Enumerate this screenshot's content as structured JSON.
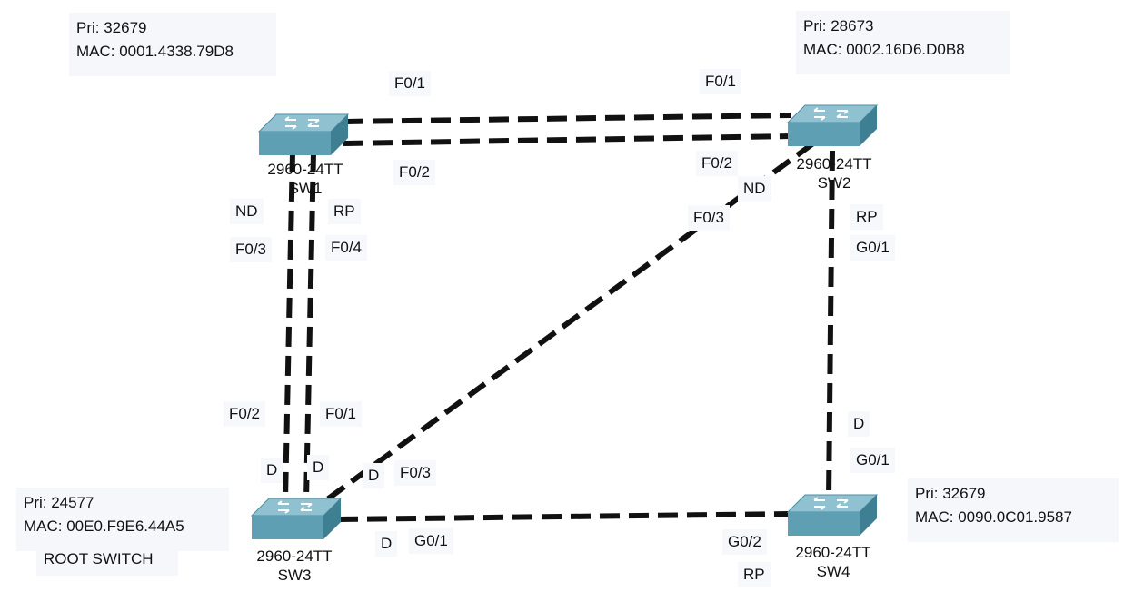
{
  "colors": {
    "link": "#111111",
    "switch_top": "#8fc1d1",
    "switch_front": "#5f9fb4",
    "switch_side": "#3f7f94",
    "label_bg": "#f6f7fb"
  },
  "switches": {
    "sw1": {
      "model": "2960-24TT",
      "name": "SW1",
      "priority": "Pri: 32679",
      "mac": "MAC: 0001.4338.79D8",
      "icon": "switch-icon"
    },
    "sw2": {
      "model": "2960-24TT",
      "name": "SW2",
      "priority": "Pri: 28673",
      "mac": "MAC: 0002.16D6.D0B8",
      "icon": "switch-icon"
    },
    "sw3": {
      "model": "2960-24TT",
      "name": "SW3",
      "priority": "Pri: 24577",
      "mac": "MAC: 00E0.F9E6.44A5",
      "note": "ROOT SWITCH",
      "icon": "switch-icon"
    },
    "sw4": {
      "model": "2960-24TT",
      "name": "SW4",
      "priority": "Pri: 32679",
      "mac": "MAC: 0090.0C01.9587",
      "icon": "switch-icon"
    }
  },
  "port_labels": {
    "sw1_sw2_a_sw1": "F0/1",
    "sw1_sw2_a_sw2": "F0/1",
    "sw1_sw2_b_sw1": "F0/2",
    "sw1_sw2_b_sw2": "F0/2",
    "sw1_sw3_a_sw1_role": "ND",
    "sw1_sw3_a_sw1": "F0/3",
    "sw1_sw3_b_sw1_role": "RP",
    "sw1_sw3_b_sw1": "F0/4",
    "sw1_sw3_a_sw3": "F0/2",
    "sw1_sw3_b_sw3": "F0/1",
    "sw1_sw3_a_sw3_role": "D",
    "sw1_sw3_b_sw3_role": "D",
    "sw2_sw3_sw2_role": "ND",
    "sw2_sw3_sw2": "F0/3",
    "sw2_sw3_sw3_role": "D",
    "sw2_sw3_sw3": "F0/3",
    "sw2_sw4_sw2_role": "RP",
    "sw2_sw4_sw2": "G0/1",
    "sw2_sw4_sw4_role": "D",
    "sw2_sw4_sw4": "G0/1",
    "sw3_sw4_sw3_role": "D",
    "sw3_sw4_sw3": "G0/1",
    "sw3_sw4_sw4": "G0/2",
    "sw3_sw4_sw4_role": "RP"
  }
}
